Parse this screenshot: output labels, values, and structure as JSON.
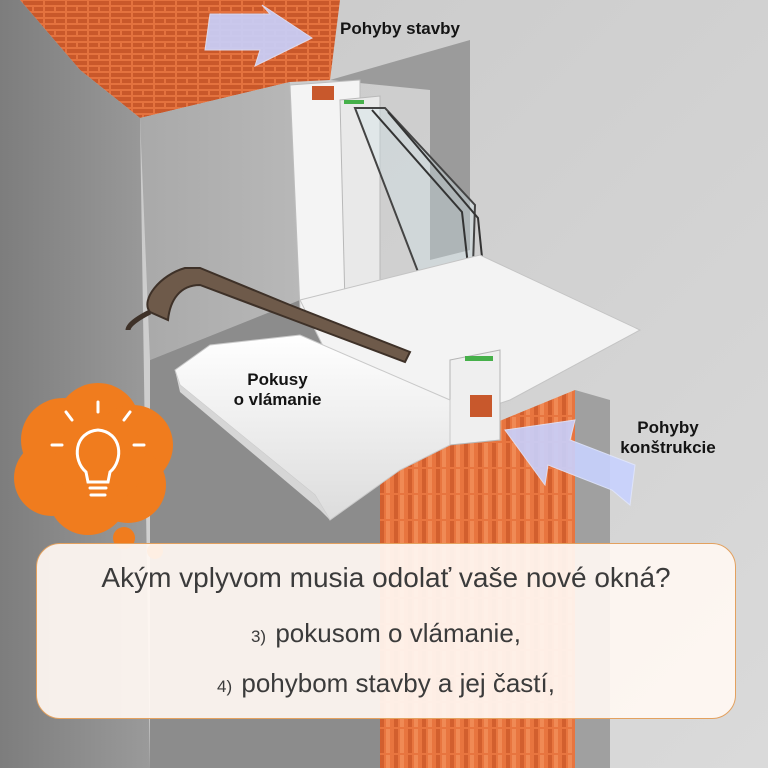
{
  "labels": {
    "movements_building": "Pohyby stavby",
    "burglary_attempts_line1": "Pokusy",
    "burglary_attempts_line2": "o vlámanie",
    "movements_construction_line1": "Pohyby",
    "movements_construction_line2": "konštrukcie"
  },
  "question": {
    "title": "Akým vplyvom musia odolať vaše nové okná?",
    "items": [
      {
        "number": "3)",
        "text": "pokusom o vlámanie,"
      },
      {
        "number": "4)",
        "text": "pohybom stavby a jej častí,"
      }
    ]
  },
  "icons": {
    "idea": "lightbulb-icon",
    "arrow_top": "arrow-icon",
    "arrow_right": "arrow-icon",
    "tool": "crowbar-icon"
  },
  "colors": {
    "brand_orange": "#f07c1e",
    "brick": "#e0703c",
    "arrow_fill": "#c8d2ff",
    "concrete": "#8f8f8f",
    "background": "#cfcfcf",
    "frame": "#f2f2f2",
    "box_border": "#e3a15f"
  }
}
